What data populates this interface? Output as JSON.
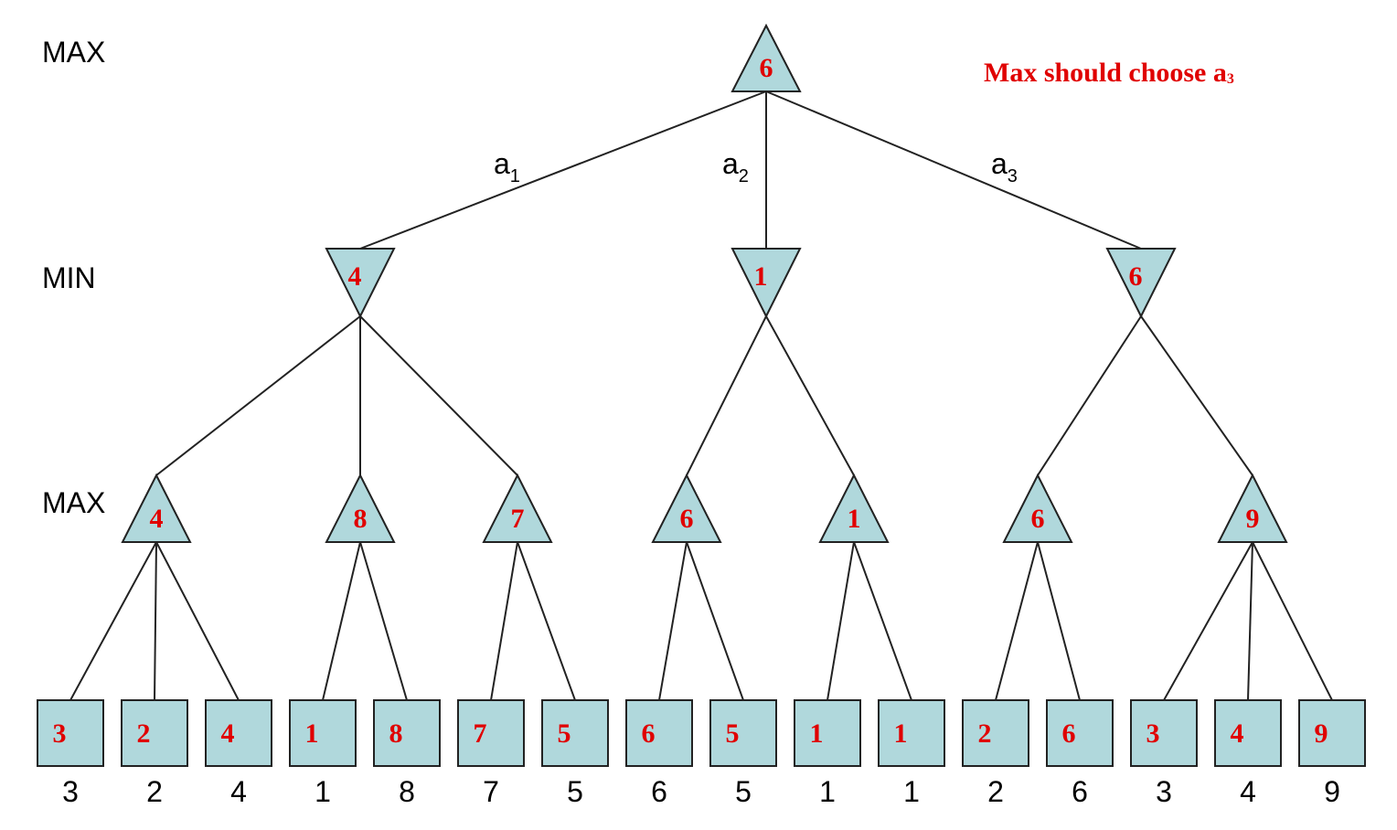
{
  "level_labels": [
    "MAX",
    "MIN",
    "MAX"
  ],
  "edge_labels": [
    {
      "base": "a",
      "sub": "1"
    },
    {
      "base": "a",
      "sub": "2"
    },
    {
      "base": "a",
      "sub": "3"
    }
  ],
  "note": {
    "text": "Max should choose a",
    "sub": "3"
  },
  "colors": {
    "node_fill": "#b0d8dc",
    "value": "#e00000",
    "stroke": "#222222"
  },
  "tree": {
    "root": {
      "type": "max",
      "value": "6"
    },
    "min_nodes": [
      {
        "type": "min",
        "value": "4"
      },
      {
        "type": "min",
        "value": "1"
      },
      {
        "type": "min",
        "value": "6"
      }
    ],
    "max_nodes": [
      {
        "type": "max",
        "value": "4",
        "parent": 0
      },
      {
        "type": "max",
        "value": "8",
        "parent": 0
      },
      {
        "type": "max",
        "value": "7",
        "parent": 0
      },
      {
        "type": "max",
        "value": "6",
        "parent": 1
      },
      {
        "type": "max",
        "value": "1",
        "parent": 1
      },
      {
        "type": "max",
        "value": "6",
        "parent": 2
      },
      {
        "type": "max",
        "value": "9",
        "parent": 2
      }
    ],
    "leaves": [
      {
        "value": "3",
        "label": "3",
        "parent": 0
      },
      {
        "value": "2",
        "label": "2",
        "parent": 0
      },
      {
        "value": "4",
        "label": "4",
        "parent": 0
      },
      {
        "value": "1",
        "label": "1",
        "parent": 1
      },
      {
        "value": "8",
        "label": "8",
        "parent": 1
      },
      {
        "value": "7",
        "label": "7",
        "parent": 2
      },
      {
        "value": "5",
        "label": "5",
        "parent": 2
      },
      {
        "value": "6",
        "label": "6",
        "parent": 3
      },
      {
        "value": "5",
        "label": "5",
        "parent": 3
      },
      {
        "value": "1",
        "label": "1",
        "parent": 4
      },
      {
        "value": "1",
        "label": "1",
        "parent": 4
      },
      {
        "value": "2",
        "label": "2",
        "parent": 5
      },
      {
        "value": "6",
        "label": "6",
        "parent": 5
      },
      {
        "value": "3",
        "label": "3",
        "parent": 6
      },
      {
        "value": "4",
        "label": "4",
        "parent": 6
      },
      {
        "value": "9",
        "label": "9",
        "parent": 6
      }
    ]
  }
}
